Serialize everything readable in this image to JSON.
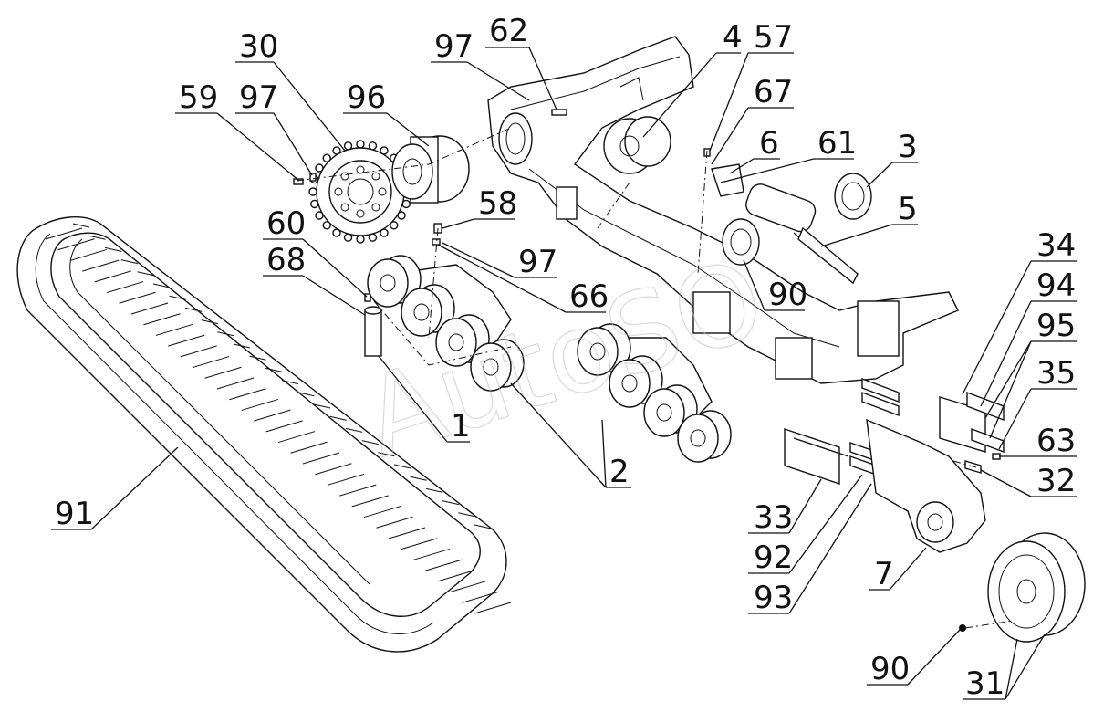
{
  "watermark": "AutoSO",
  "callouts": [
    {
      "id": "c30",
      "label": "30"
    },
    {
      "id": "c97a",
      "label": "97"
    },
    {
      "id": "c62",
      "label": "62"
    },
    {
      "id": "c4",
      "label": "4"
    },
    {
      "id": "c57",
      "label": "57"
    },
    {
      "id": "c59",
      "label": "59"
    },
    {
      "id": "c97b",
      "label": "97"
    },
    {
      "id": "c96",
      "label": "96"
    },
    {
      "id": "c67",
      "label": "67"
    },
    {
      "id": "c6",
      "label": "6"
    },
    {
      "id": "c61",
      "label": "61"
    },
    {
      "id": "c3",
      "label": "3"
    },
    {
      "id": "c58",
      "label": "58"
    },
    {
      "id": "c60",
      "label": "60"
    },
    {
      "id": "c97c",
      "label": "97"
    },
    {
      "id": "c5",
      "label": "5"
    },
    {
      "id": "c68",
      "label": "68"
    },
    {
      "id": "c66",
      "label": "66"
    },
    {
      "id": "c90a",
      "label": "90"
    },
    {
      "id": "c34",
      "label": "34"
    },
    {
      "id": "c94",
      "label": "94"
    },
    {
      "id": "c95",
      "label": "95"
    },
    {
      "id": "c35",
      "label": "35"
    },
    {
      "id": "c1",
      "label": "1"
    },
    {
      "id": "c63",
      "label": "63"
    },
    {
      "id": "c2",
      "label": "2"
    },
    {
      "id": "c32",
      "label": "32"
    },
    {
      "id": "c91",
      "label": "91"
    },
    {
      "id": "c33",
      "label": "33"
    },
    {
      "id": "c92",
      "label": "92"
    },
    {
      "id": "c7",
      "label": "7"
    },
    {
      "id": "c93",
      "label": "93"
    },
    {
      "id": "c90b",
      "label": "90"
    },
    {
      "id": "c31",
      "label": "31"
    }
  ]
}
